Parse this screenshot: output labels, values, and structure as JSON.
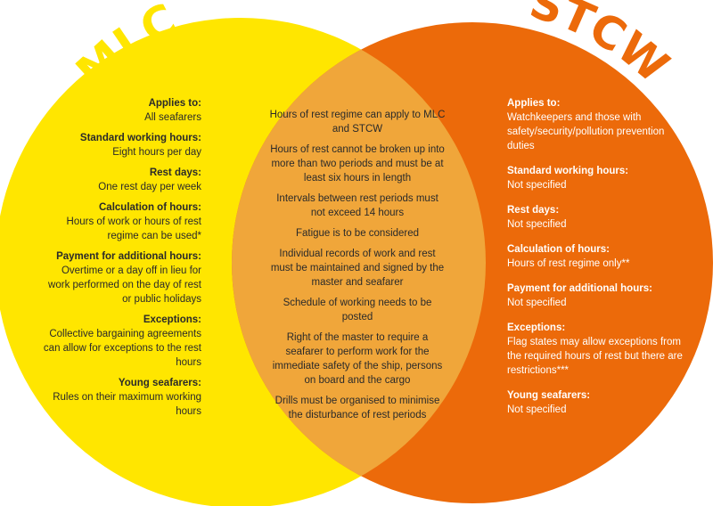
{
  "colors": {
    "mlc_circle": "#FFE600",
    "stcw_circle": "#EC6A0A",
    "overlap": "#F0A63A",
    "mlc_title": "#FFE600",
    "stcw_title": "#EC6A0A"
  },
  "titles": {
    "mlc": "MLC",
    "stcw": "STCW"
  },
  "mlc": [
    {
      "heading": "Applies to:",
      "text": "All seafarers"
    },
    {
      "heading": "Standard working hours:",
      "text": "Eight hours per day"
    },
    {
      "heading": "Rest days:",
      "text": "One rest day per week"
    },
    {
      "heading": "Calculation of hours:",
      "text": "Hours of work or hours of rest regime can be used*"
    },
    {
      "heading": "Payment for additional hours:",
      "text": "Overtime or a day off in lieu for work performed on the day of rest or public holidays"
    },
    {
      "heading": "Exceptions:",
      "text": "Collective bargaining agreements can allow for exceptions to the rest hours"
    },
    {
      "heading": "Young seafarers:",
      "text": "Rules on their maximum working hours"
    }
  ],
  "common": [
    "Hours of rest regime can apply to MLC and STCW",
    "Hours of rest cannot be broken up into more than two periods and must be at least six hours in length",
    "Intervals between rest periods must not exceed 14 hours",
    "Fatigue is to be considered",
    "Individual records of work and rest must be maintained and signed by the master and seafarer",
    "Schedule of working needs to be posted",
    "Right of the master to require a seafarer to perform work for the immediate safety of the ship, persons on board and the cargo",
    "Drills must be organised to minimise the disturbance of rest periods"
  ],
  "stcw": [
    {
      "heading": "Applies to:",
      "text": "Watchkeepers and those with safety/security/pollution prevention duties"
    },
    {
      "heading": "Standard working hours:",
      "text": "Not specified"
    },
    {
      "heading": "Rest days:",
      "text": "Not specified"
    },
    {
      "heading": "Calculation of hours:",
      "text": "Hours of rest regime only**"
    },
    {
      "heading": "Payment for additional hours:",
      "text": "Not specified"
    },
    {
      "heading": "Exceptions:",
      "text": "Flag states may allow exceptions from the required hours of rest but there are restrictions***"
    },
    {
      "heading": "Young seafarers:",
      "text": "Not specified"
    }
  ]
}
